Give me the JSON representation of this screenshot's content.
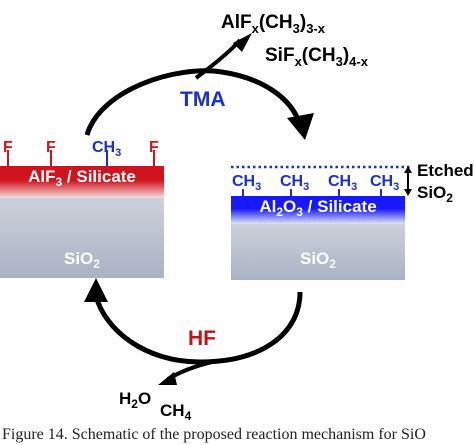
{
  "top_products": {
    "aluminum_product": {
      "base": "AlF",
      "s1": "x",
      "mid": "(CH",
      "s2": "3",
      "close": ")",
      "s3": "3-x"
    },
    "silicon_product": {
      "base": "SiF",
      "s1": "x",
      "mid": "(CH",
      "s2": "3",
      "close": ")",
      "s3": "4-x"
    }
  },
  "reagents": {
    "tma": "TMA",
    "hf": "HF"
  },
  "colors": {
    "reagent": "#1a2fd0",
    "hf": "#c0141c",
    "red_layer": "#d0141e",
    "blue_layer": "#1a1aff",
    "substrate": "#b4bccb",
    "arrow": "#000000"
  },
  "left_stack": {
    "surface_groups": [
      "F",
      "F",
      "CH",
      "F"
    ],
    "methyl_subscript": "3",
    "layer": {
      "a": "AlF",
      "a_sub": "3",
      "b": " / Silicate"
    },
    "substrate": {
      "base": "SiO",
      "sub": "2"
    }
  },
  "right_stack": {
    "surface_groups": [
      "CH",
      "CH",
      "CH",
      "CH"
    ],
    "methyl_subscript": "3",
    "layer": {
      "a": "Al",
      "a_sub": "2",
      "b": "O",
      "b_sub": "3",
      "c": " / Silicate"
    },
    "substrate": {
      "base": "SiO",
      "sub": "2"
    }
  },
  "etched_note": {
    "line1": "Etched",
    "line2_base": "SiO",
    "line2_sub": "2"
  },
  "bottom_products": {
    "water_base": "H",
    "water_sub": "2",
    "water_end": "O",
    "methane_base": "CH",
    "methane_sub": "4"
  },
  "caption": "Figure 14. Schematic of the proposed reaction mechanism for SiO"
}
